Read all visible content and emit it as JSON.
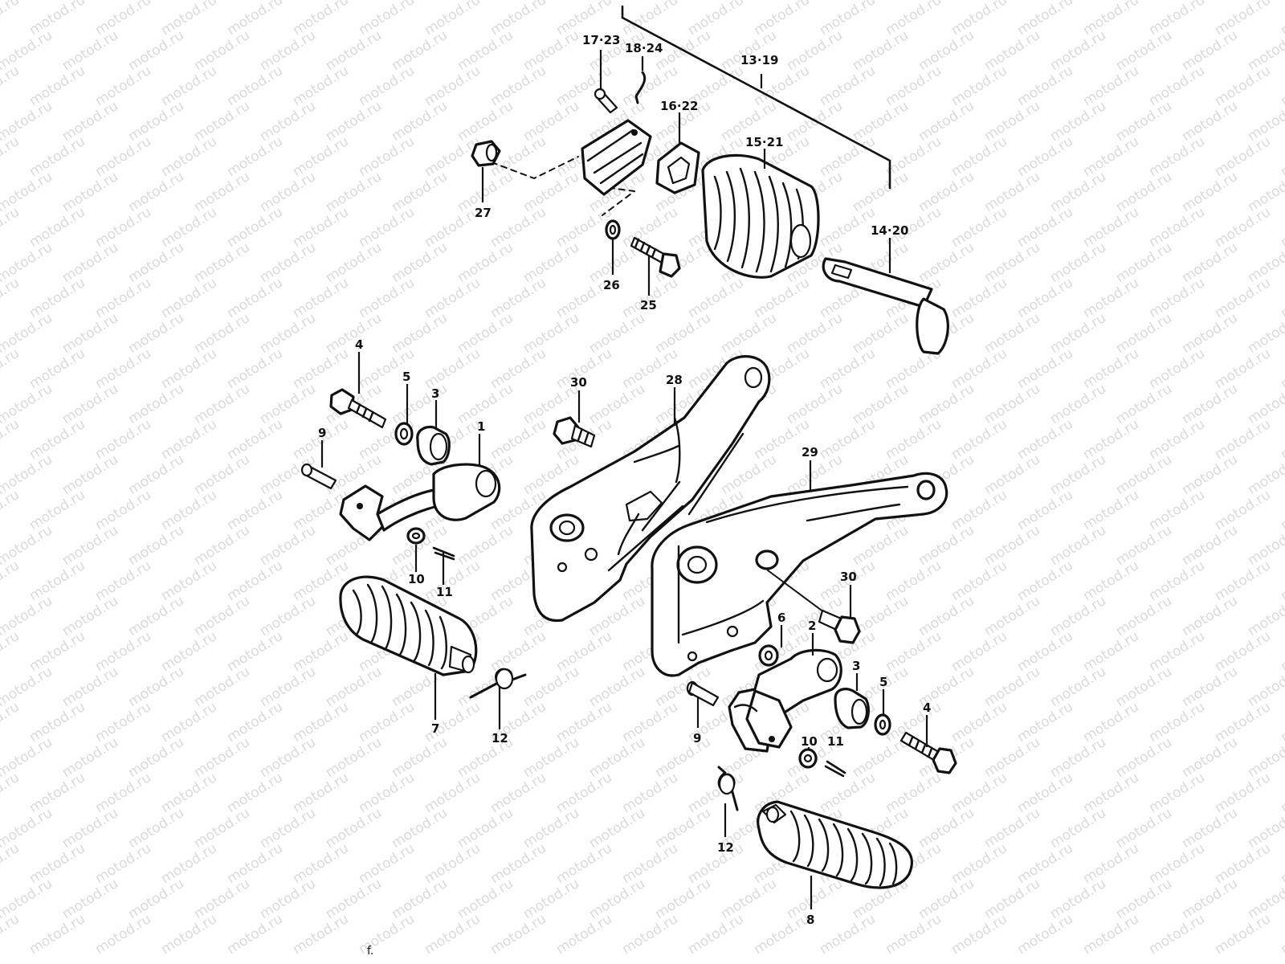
{
  "watermark": "motod.ru",
  "callouts": {
    "c17_23": "17·23",
    "c18_24": "18·24",
    "c13_19": "13·19",
    "c16_22": "16·22",
    "c15_21": "15·21",
    "c14_20": "14·20",
    "c27": "27",
    "c26": "26",
    "c25": "25",
    "c4_left": "4",
    "c5_left": "5",
    "c3_left": "3",
    "c1": "1",
    "c9_left": "9",
    "c10_left": "10",
    "c11_left": "11",
    "c7": "7",
    "c12_left": "12",
    "c30_top": "30",
    "c28": "28",
    "c29": "29",
    "c30_right": "30",
    "c6": "6",
    "c2": "2",
    "c3_right": "3",
    "c5_right": "5",
    "c4_right": "4",
    "c9_right": "9",
    "c10_right": "10",
    "c11_right": "11",
    "c12_right": "12",
    "c8": "8"
  },
  "stray_mark": "f."
}
